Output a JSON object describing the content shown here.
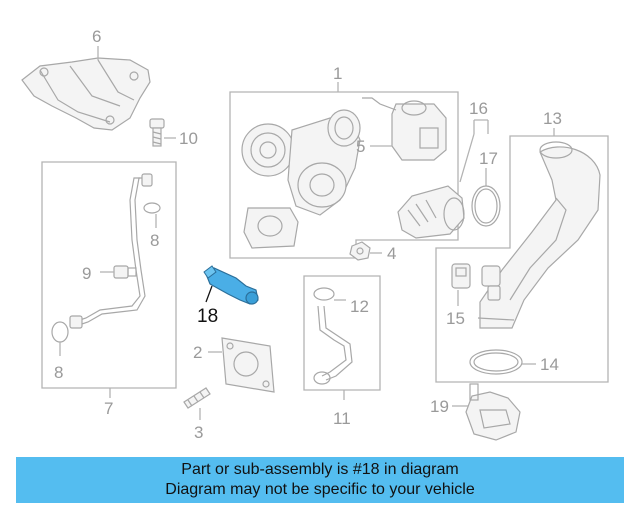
{
  "callouts": {
    "c1": "1",
    "c2": "2",
    "c3": "3",
    "c4": "4",
    "c5": "5",
    "c6": "6",
    "c7": "7",
    "c8a": "8",
    "c8b": "8",
    "c9": "9",
    "c10": "10",
    "c11": "11",
    "c12": "12",
    "c13": "13",
    "c14": "14",
    "c15": "15",
    "c16": "16",
    "c17": "17",
    "c18": "18",
    "c19": "19"
  },
  "highlight_part": "18",
  "highlight_color": "#4aaee6",
  "banner": {
    "line1": "Part or sub-assembly is #18 in diagram",
    "line2": "Diagram may not be specific to your vehicle",
    "color": "#54bdf0"
  }
}
